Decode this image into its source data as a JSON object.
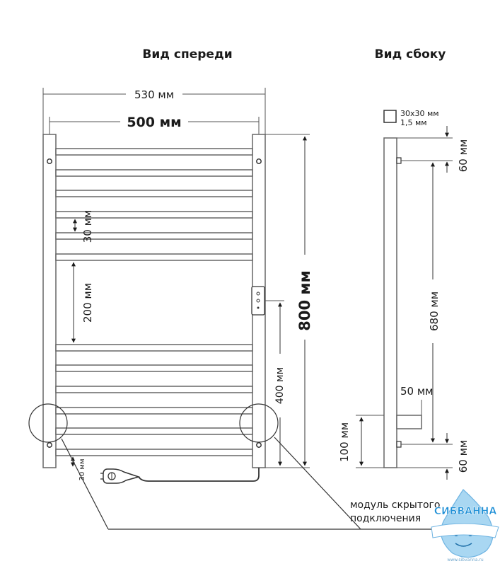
{
  "front_view": {
    "title": "Вид спереди",
    "width_outer": "530 мм",
    "width_inner": "500 мм",
    "height_total": "800 мм",
    "section_gap_small": "30 мм",
    "section_gap_large": "200 мм",
    "control_height": "400 мм",
    "bottom_offset": "30 мм"
  },
  "side_view": {
    "title": "Вид сбоку",
    "profile": "30x30 мм",
    "wall": "1,5 мм",
    "top_offset": "60 мм",
    "mount_distance": "680 мм",
    "bracket_depth": "50 мм",
    "bracket_height": "100 мм",
    "bottom_offset": "60 мм"
  },
  "callout": {
    "line1": "модуль скрытого",
    "line2": "подключения"
  },
  "watermark": {
    "brand": "СИБВАННА",
    "url": "www.sibvanna.ru",
    "colors": {
      "brand": "#1e8fd6",
      "drop": "#a9d7f2"
    }
  }
}
